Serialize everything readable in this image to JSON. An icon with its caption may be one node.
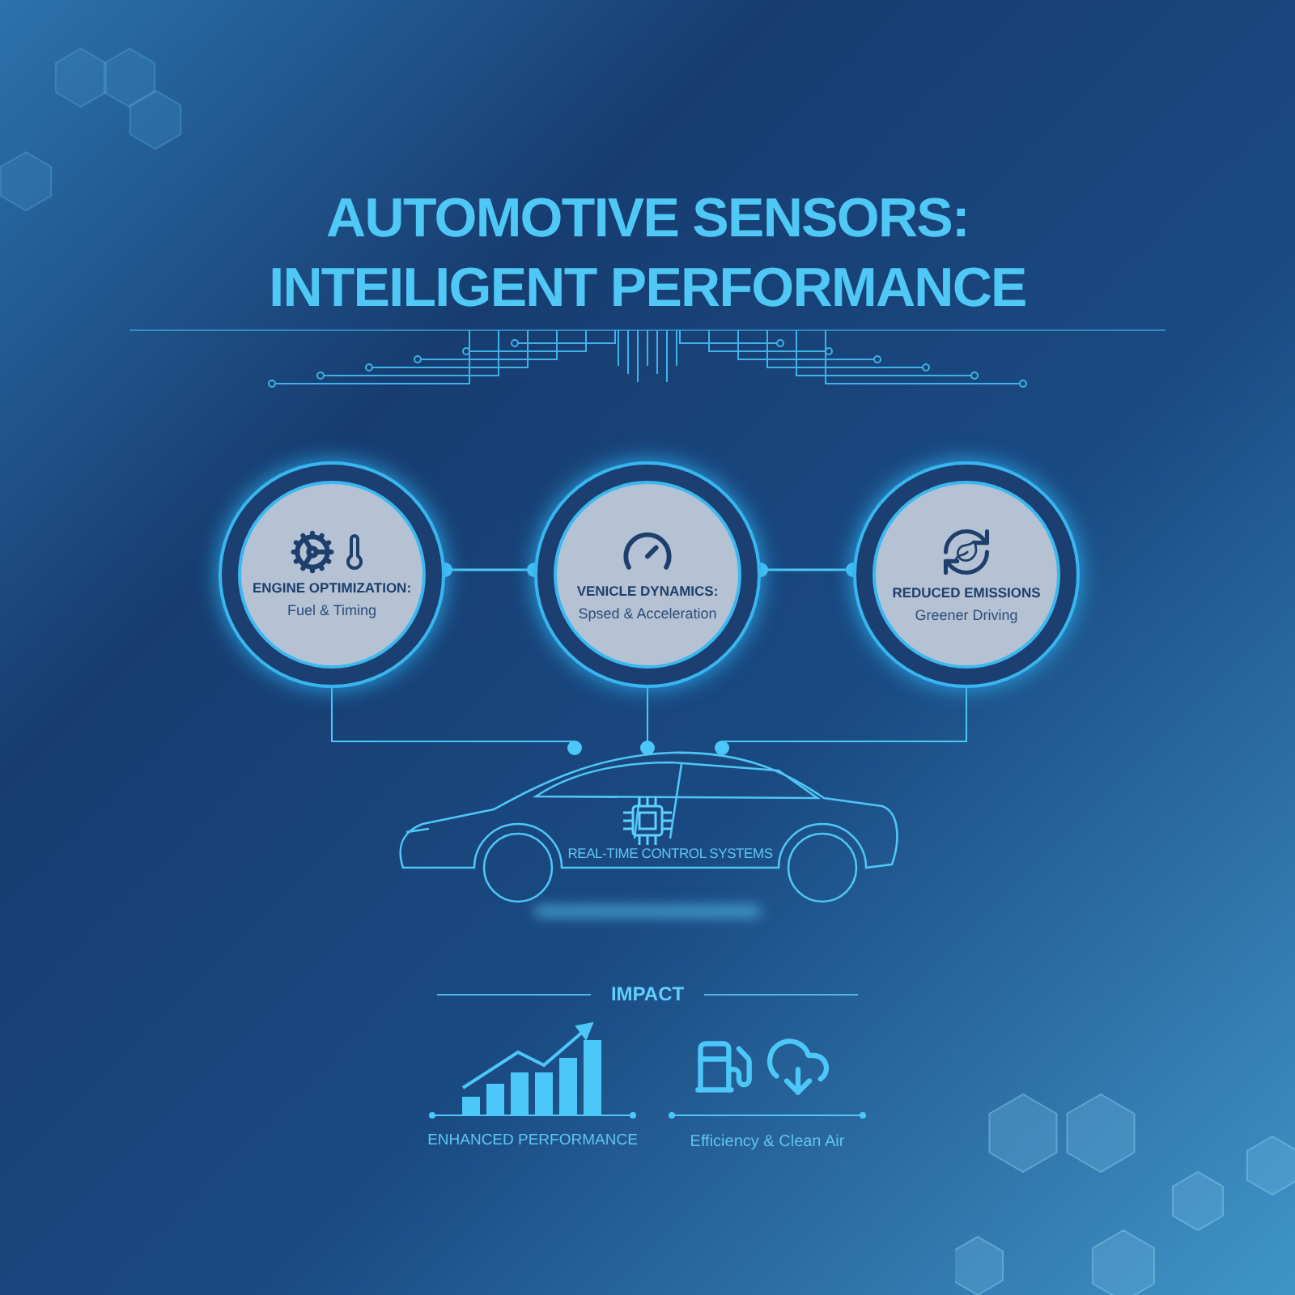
{
  "diagram": {
    "title": "AUTOMOTIVE SENSORS: INTEILIGENT PERFORMANCE",
    "nodes": [
      {
        "text": [
          "ENGINE OPTIMIZATION:",
          "Fuel & Timing"
        ]
      },
      {
        "text": [
          "VENICLE DYNAMICS:",
          "Spsed & Acceleration"
        ]
      },
      {
        "text": [
          "REDUCED EMISSIONS",
          "Greener Driving"
        ]
      },
      {
        "text": [
          "REAL-TIME CONTROL SYSTEMS"
        ]
      }
    ],
    "edges": [
      {
        "from": 0,
        "to": 1,
        "arrow": "other"
      },
      {
        "from": 1,
        "to": 2,
        "arrow": "other"
      },
      {
        "from": 0,
        "to": 3,
        "arrow": "other"
      },
      {
        "from": 1,
        "to": 3,
        "arrow": "other"
      },
      {
        "from": 2,
        "to": 3,
        "arrow": "other"
      }
    ],
    "labels": [
      "IMPACT",
      "ENHANCED PERFORMANCE",
      "Efficiency & Clean Air"
    ]
  }
}
